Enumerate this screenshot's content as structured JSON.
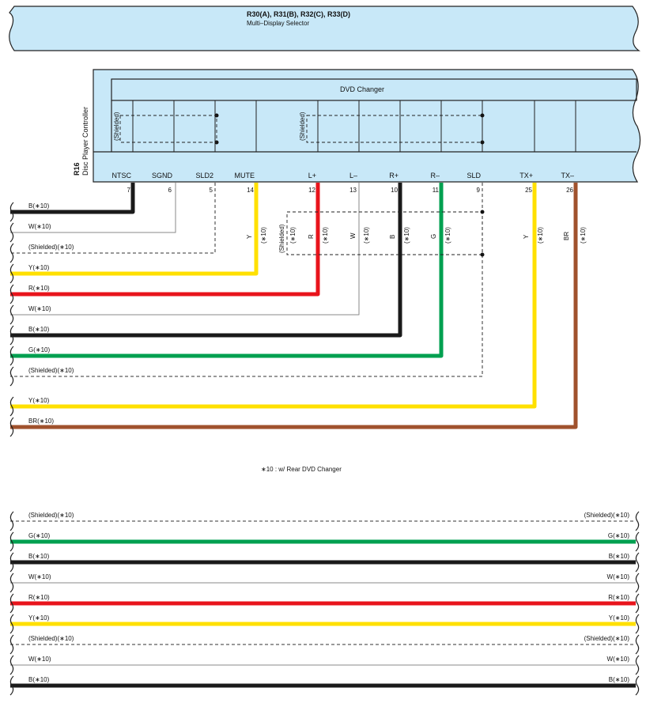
{
  "selector": {
    "title": "R30(A), R31(B), R32(C), R33(D)",
    "subtitle": "Multi–Display Selector"
  },
  "controller": {
    "code": "R16",
    "name": "Disc Player Controller",
    "changer_label": "DVD Changer",
    "shielded_label": "(Shielded)"
  },
  "terminals": [
    {
      "name": "NTSC",
      "pin": "7"
    },
    {
      "name": "SGND",
      "pin": "6"
    },
    {
      "name": "SLD2",
      "pin": "5"
    },
    {
      "name": "MUTE",
      "pin": "14"
    },
    {
      "name": "L+",
      "pin": "12"
    },
    {
      "name": "L–",
      "pin": "13"
    },
    {
      "name": "R+",
      "pin": "10"
    },
    {
      "name": "R–",
      "pin": "11"
    },
    {
      "name": "SLD",
      "pin": "9"
    },
    {
      "name": "TX+",
      "pin": "25"
    },
    {
      "name": "TX–",
      "pin": "26"
    }
  ],
  "vertical_labels": {
    "y1": "Y",
    "r": "R",
    "w": "W",
    "b": "B",
    "g": "G",
    "y2": "Y",
    "br": "BR",
    "note": "(∗10)",
    "shielded": "(Shielded)"
  },
  "wires_top": [
    {
      "label": "B(∗10)",
      "color": "#1a1a1a",
      "style": "thick"
    },
    {
      "label": "W(∗10)",
      "color": "#888888",
      "style": "thin"
    },
    {
      "label": "(Shielded)(∗10)",
      "color": "#333333",
      "style": "dashed"
    },
    {
      "label": "Y(∗10)",
      "color": "#ffe000",
      "style": "thick"
    },
    {
      "label": "R(∗10)",
      "color": "#e8141c",
      "style": "thick"
    },
    {
      "label": "W(∗10)",
      "color": "#888888",
      "style": "thin"
    },
    {
      "label": "B(∗10)",
      "color": "#1a1a1a",
      "style": "thick"
    },
    {
      "label": "G(∗10)",
      "color": "#00a050",
      "style": "thick"
    },
    {
      "label": "(Shielded)(∗10)",
      "color": "#333333",
      "style": "dashed"
    },
    {
      "label": "Y(∗10)",
      "color": "#ffe000",
      "style": "thick"
    },
    {
      "label": "BR(∗10)",
      "color": "#a0522d",
      "style": "thick"
    }
  ],
  "note": "∗10 : w/ Rear DVD Changer",
  "wires_bottom": [
    {
      "label": "(Shielded)(∗10)",
      "color": "#333333",
      "style": "dashed"
    },
    {
      "label": "G(∗10)",
      "color": "#00a050",
      "style": "thick"
    },
    {
      "label": "B(∗10)",
      "color": "#1a1a1a",
      "style": "thick"
    },
    {
      "label": "W(∗10)",
      "color": "#888888",
      "style": "thin"
    },
    {
      "label": "R(∗10)",
      "color": "#e8141c",
      "style": "thick"
    },
    {
      "label": "Y(∗10)",
      "color": "#ffe000",
      "style": "thick"
    },
    {
      "label": "(Shielded)(∗10)",
      "color": "#333333",
      "style": "dashed"
    },
    {
      "label": "W(∗10)",
      "color": "#888888",
      "style": "thin"
    },
    {
      "label": "B(∗10)",
      "color": "#1a1a1a",
      "style": "thick"
    }
  ]
}
